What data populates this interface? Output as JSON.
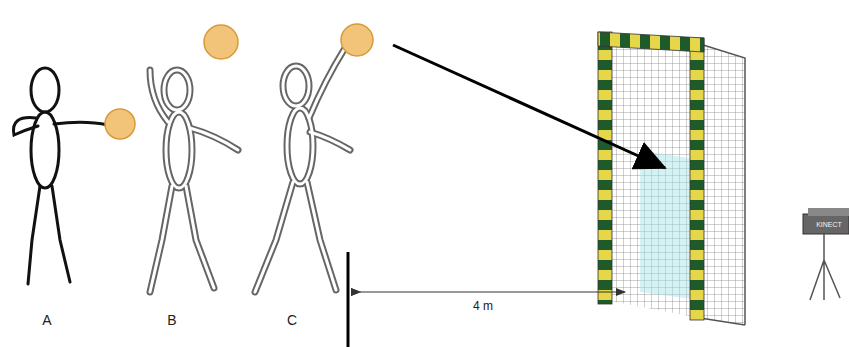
{
  "diagram": {
    "labels": [
      "A",
      "B",
      "C",
      "4 m",
      "KINECT"
    ]
  }
}
